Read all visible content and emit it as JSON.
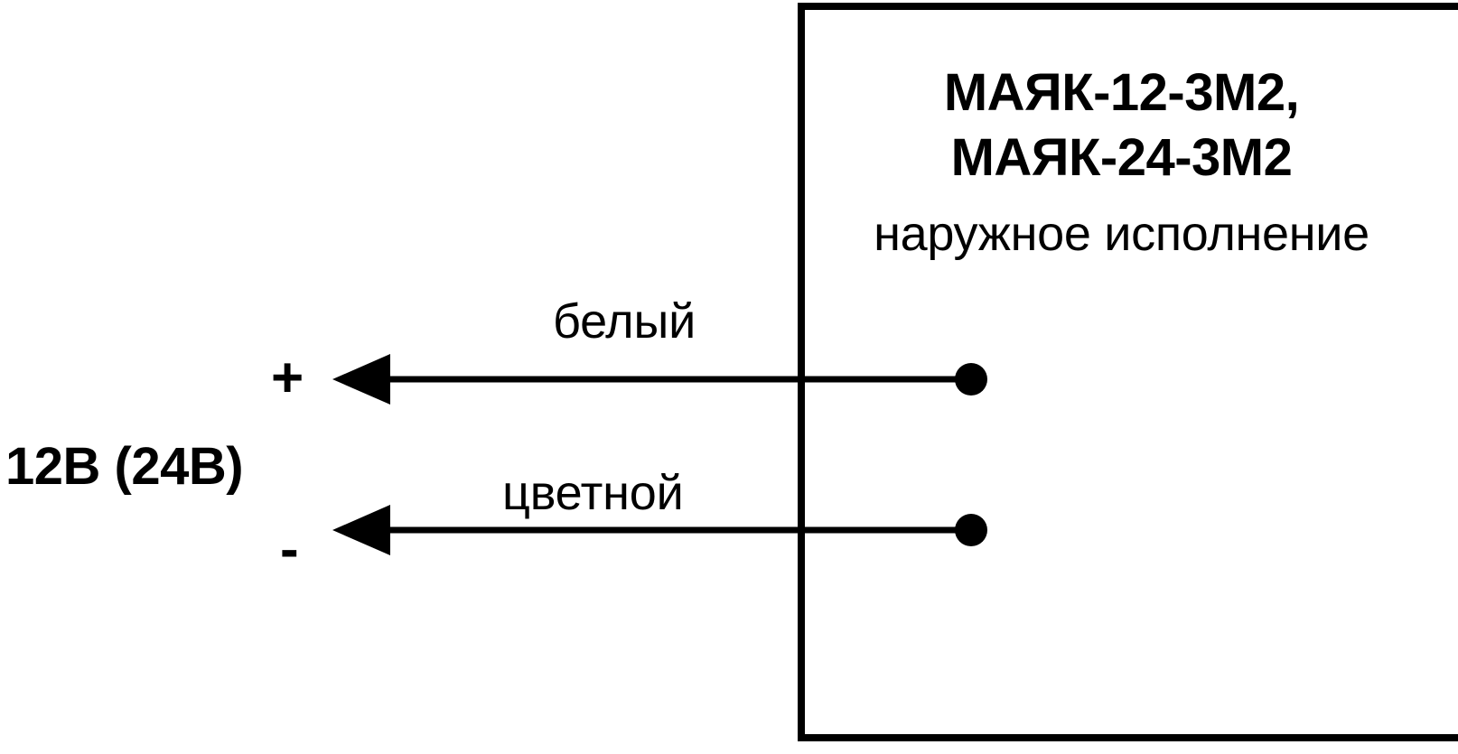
{
  "diagram": {
    "type": "wiring-connection-diagram",
    "device": {
      "title_lines": [
        "МАЯК-12-3М2,",
        "МАЯК-24-3М2"
      ],
      "subtitle": "наружное исполнение"
    },
    "supply": {
      "label": "12В (24В)",
      "plus": "+",
      "minus": "-"
    },
    "wires": [
      {
        "label": "белый",
        "polarity": "+"
      },
      {
        "label": "цветной",
        "polarity": "-"
      }
    ],
    "colors": {
      "stroke": "#000000",
      "background": "#ffffff"
    }
  }
}
